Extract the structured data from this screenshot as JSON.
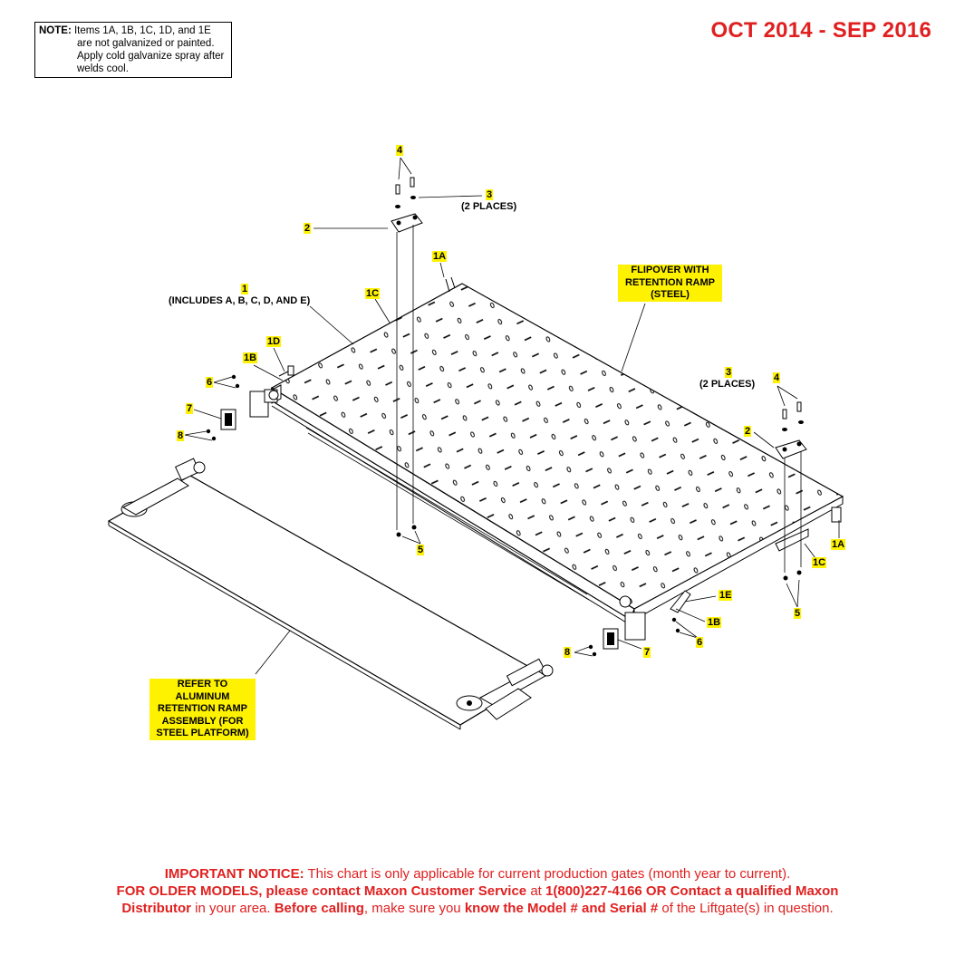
{
  "note": {
    "head": "NOTE:",
    "line1": "Items 1A, 1B, 1C, 1D, and 1E",
    "line2": "are not galvanized or painted.",
    "line3": "Apply cold galvanize spray after",
    "line4": "welds cool."
  },
  "date_range": "OCT 2014 - SEP 2016",
  "labels": {
    "l4a": "4",
    "l3a": "3",
    "l3a_sub": "(2 PLACES)",
    "l2a": "2",
    "l1A_top": "1A",
    "l1": "1",
    "l1_sub": "(INCLUDES A, B, C, D, AND E)",
    "l1C_top": "1C",
    "l1D": "1D",
    "l1B_left": "1B",
    "l6_left": "6",
    "l7_left": "7",
    "l8_left": "8",
    "l5_left": "5",
    "l3b": "3",
    "l3b_sub": "(2 PLACES)",
    "l4b": "4",
    "l2b": "2",
    "l1A_right": "1A",
    "l1C_right": "1C",
    "l5_right": "5",
    "l1E": "1E",
    "l1B_right": "1B",
    "l6_right": "6",
    "l8_right": "8",
    "l7_right": "7"
  },
  "callouts": {
    "flipover": [
      "FLIPOVER WITH",
      "RETENTION RAMP",
      "(STEEL)"
    ],
    "refer": [
      "REFER TO",
      "ALUMINUM",
      "RETENTION RAMP",
      "ASSEMBLY (FOR",
      "STEEL PLATFORM)"
    ]
  },
  "notice": {
    "a_bold": "IMPORTANT NOTICE:",
    "a_rest": " This chart is only applicable for current production gates (month year to current).",
    "b_bold": "FOR OLDER MODELS, please contact Maxon Customer Service",
    "b_mid": " at ",
    "b_bold2": "1(800)227-4166 OR Contact a qualified Maxon",
    "c_bold": "Distributor",
    "c_mid": " in your area. ",
    "c_bold2": "Before calling",
    "c_mid2": ", make sure you ",
    "c_bold3": "know the Model # and Serial #",
    "c_rest": " of the Liftgate(s) in question."
  }
}
